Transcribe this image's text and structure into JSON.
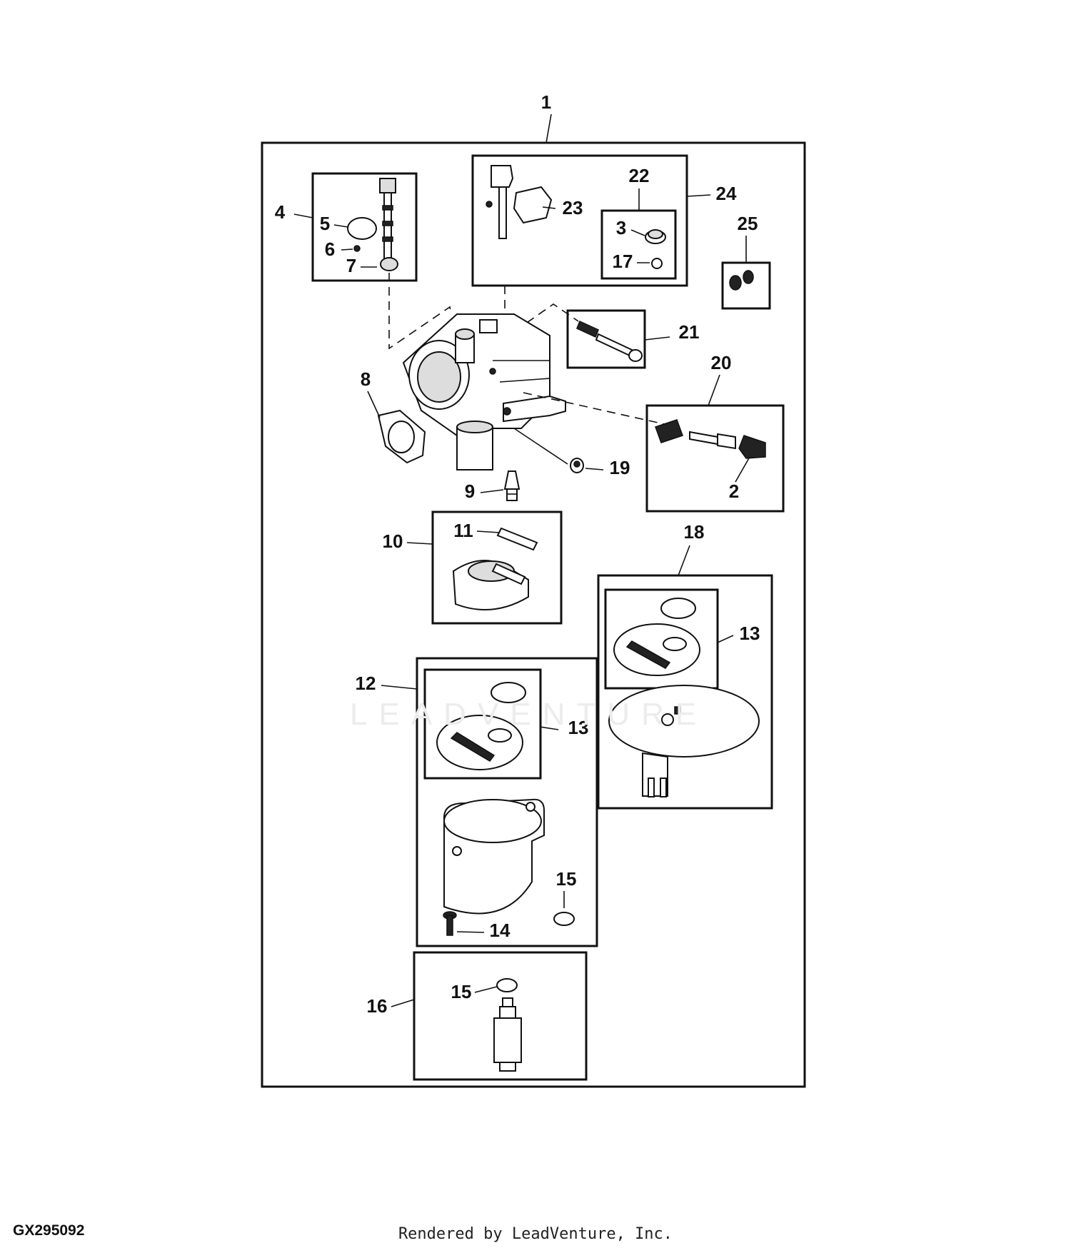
{
  "diagram": {
    "callouts": {
      "c1": "1",
      "c2": "2",
      "c3": "3",
      "c4": "4",
      "c5": "5",
      "c6": "6",
      "c7": "7",
      "c8": "8",
      "c9": "9",
      "c10": "10",
      "c11": "11",
      "c12": "12",
      "c13a": "13",
      "c13b": "13",
      "c14": "14",
      "c15a": "15",
      "c15b": "15",
      "c16": "16",
      "c17": "17",
      "c18": "18",
      "c19": "19",
      "c20": "20",
      "c21": "21",
      "c22": "22",
      "c23": "23",
      "c24": "24",
      "c25": "25"
    },
    "watermark": "LEADVENTURE"
  },
  "footer": {
    "figure_id": "GX295092",
    "credit": "Rendered by LeadVenture, Inc."
  }
}
